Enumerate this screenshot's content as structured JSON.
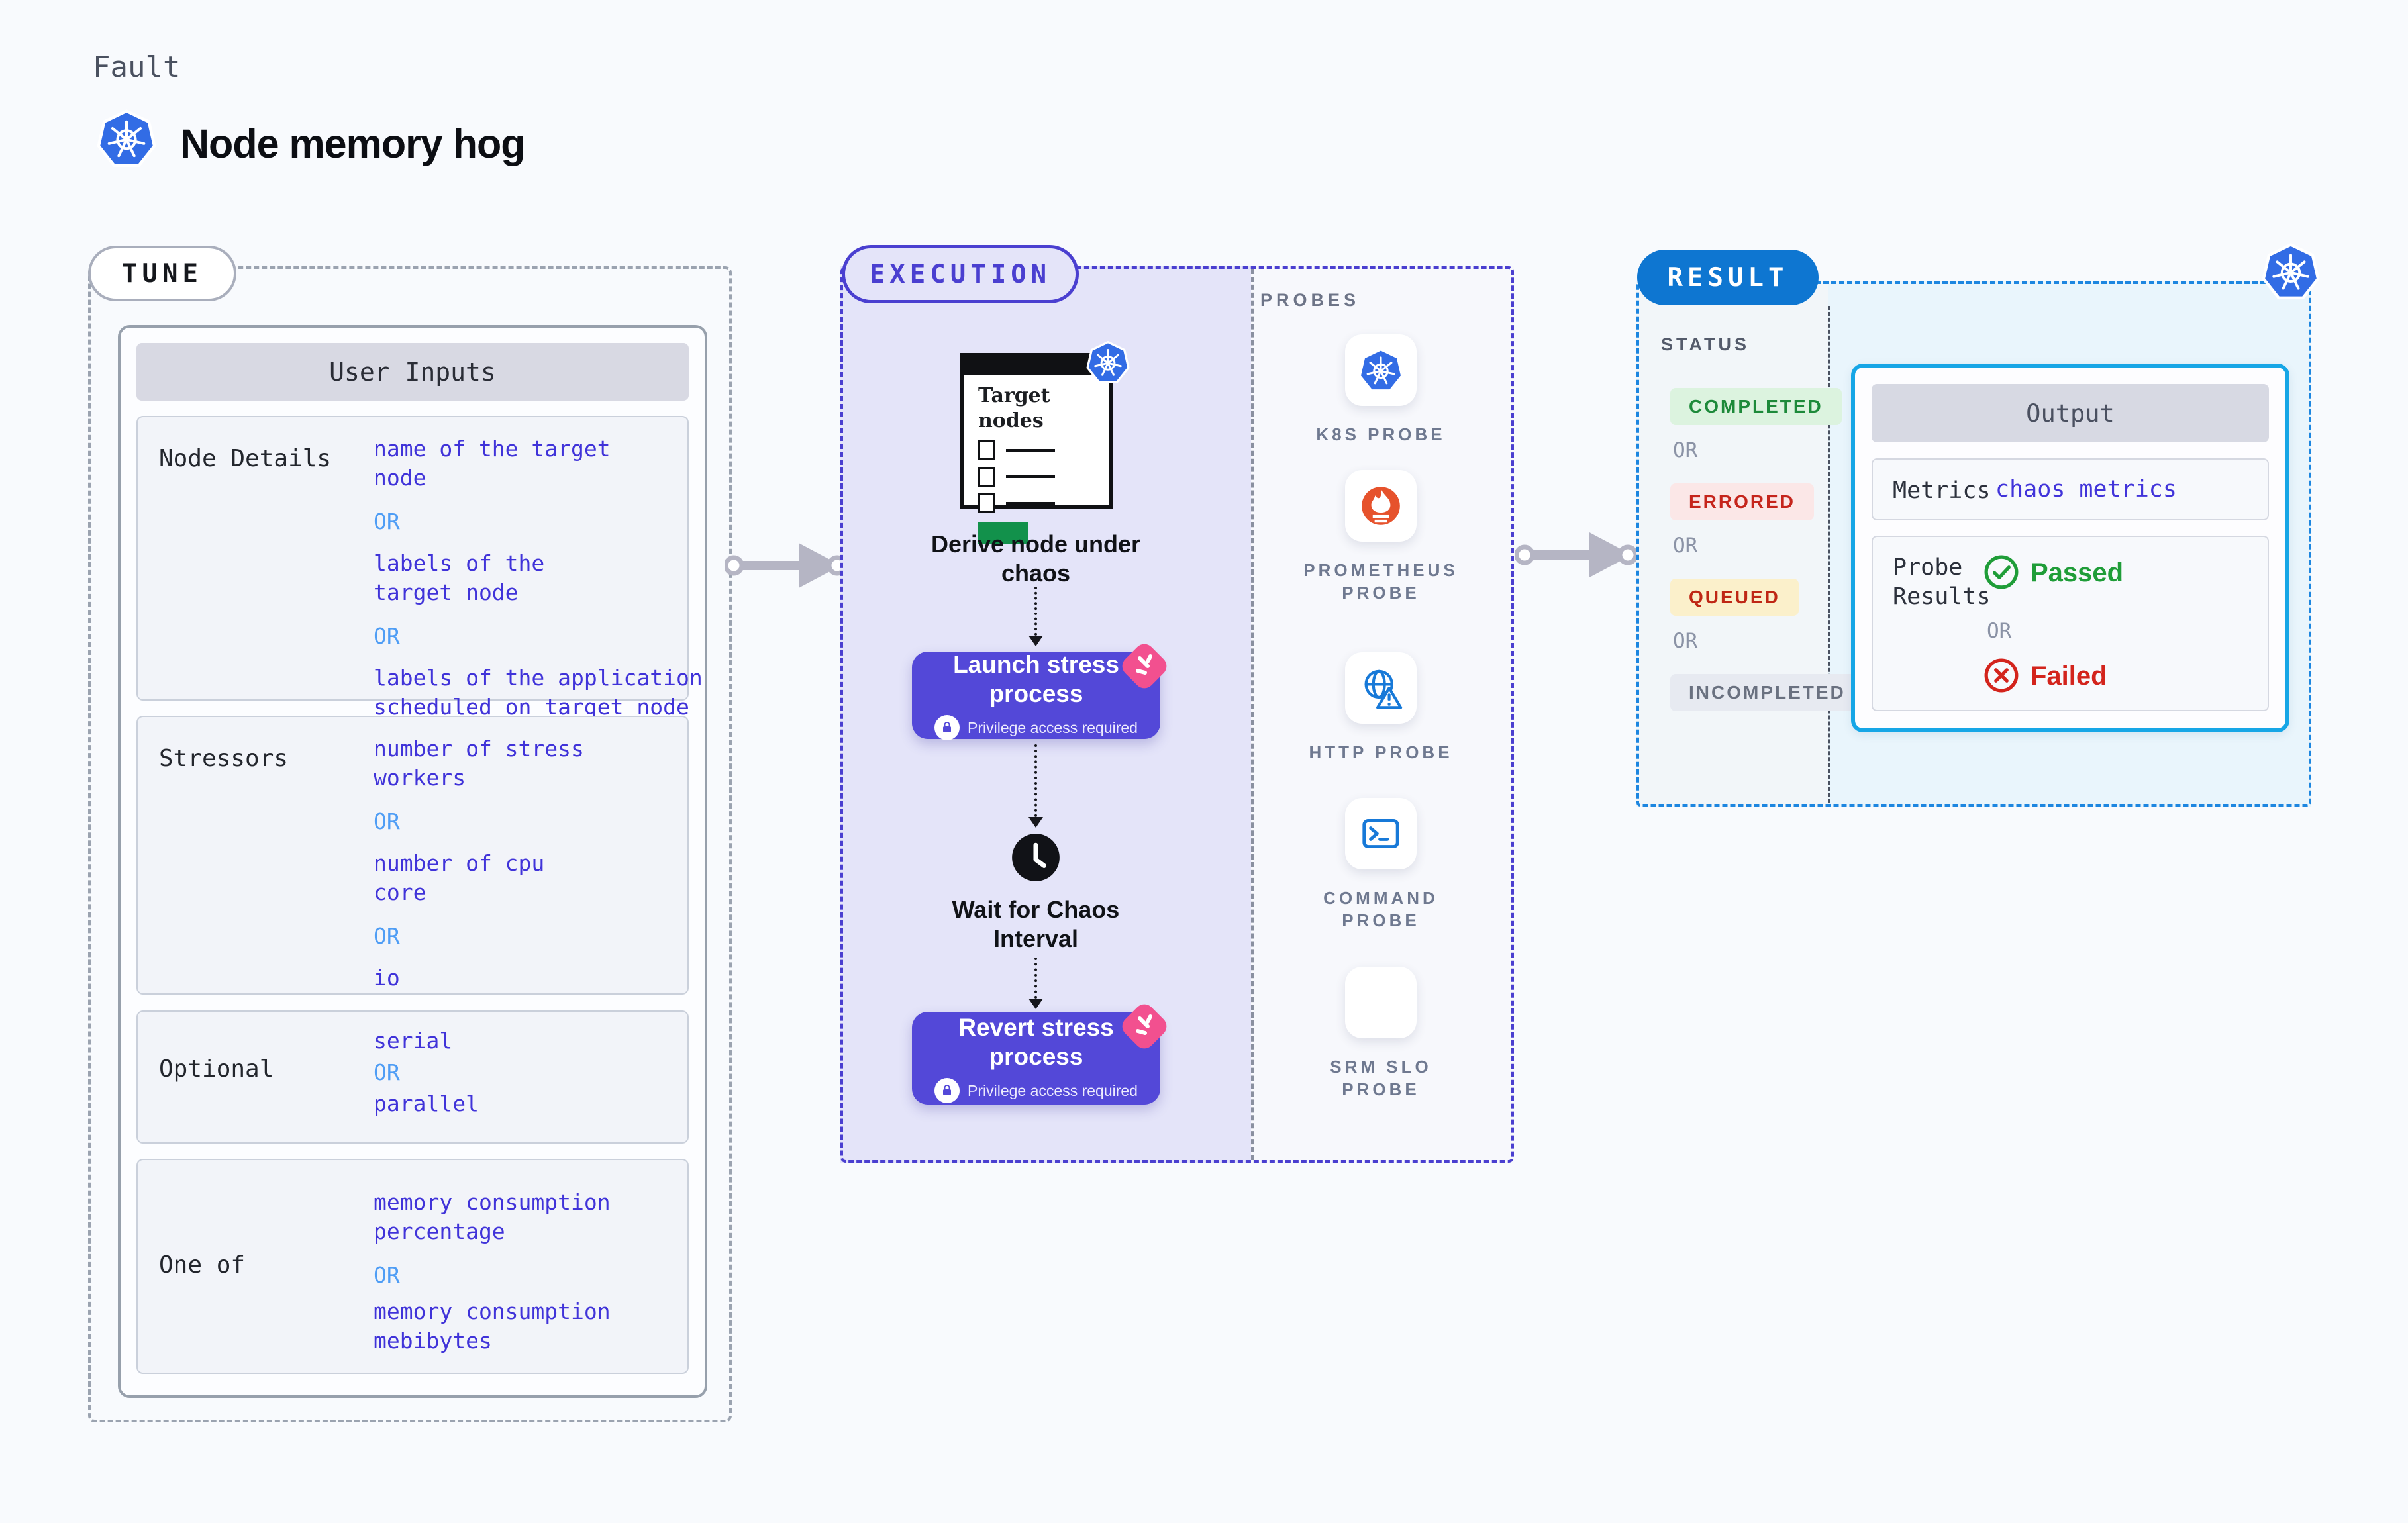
{
  "page": {
    "kicker": "Fault",
    "title": "Node memory hog"
  },
  "colors": {
    "kubernetes_blue": "#326CE5",
    "value_indigo": "#4033D9",
    "or_blue": "#4F9DF5",
    "execution_accent": "#4A3FD0",
    "button_indigo": "#5348D8",
    "pink_accent": "#F2508F",
    "result_blue": "#0E76D1",
    "output_border_cyan": "#16A6E6",
    "passed_green": "#1F9D38",
    "failed_red": "#D3241C",
    "prometheus_orange": "#E6522C",
    "probe_icon_blue": "#1779D8",
    "target_green": "#12914B"
  },
  "tune": {
    "badge": "TUNE",
    "table_title": "User Inputs",
    "or_label": "OR",
    "rows": [
      {
        "label": "Node Details",
        "values": [
          "name of the target\nnode",
          "labels of the\ntarget node",
          "labels of the application\n scheduled on target node"
        ]
      },
      {
        "label": "Stressors",
        "values": [
          "number of stress\nworkers",
          "number of cpu\ncore",
          "io"
        ]
      },
      {
        "label": "Optional",
        "values": [
          "serial",
          "parallel"
        ]
      },
      {
        "label": "One of",
        "values": [
          "memory consumption\npercentage",
          "memory consumption\nmebibytes"
        ]
      }
    ]
  },
  "execution": {
    "badge": "EXECUTION",
    "target_card_title": "Target\nnodes",
    "derive_label": "Derive node under\nchaos",
    "launch": {
      "title": "Launch stress\nprocess",
      "subtitle": "Privilege access required"
    },
    "wait_label": "Wait for Chaos\nInterval",
    "revert": {
      "title": "Revert stress\nprocess",
      "subtitle": "Privilege access required"
    }
  },
  "probes": {
    "heading": "PROBES",
    "items": [
      {
        "label": "K8S PROBE",
        "icon": "kubernetes-icon"
      },
      {
        "label": "PROMETHEUS\nPROBE",
        "icon": "prometheus-icon"
      },
      {
        "label": "HTTP PROBE",
        "icon": "http-globe-icon"
      },
      {
        "label": "COMMAND\nPROBE",
        "icon": "command-terminal-icon"
      },
      {
        "label": "SRM SLO\nPROBE",
        "icon": "srm-slo-icon"
      }
    ]
  },
  "result": {
    "badge": "RESULT",
    "status_heading": "STATUS",
    "or_label": "OR",
    "statuses": [
      {
        "label": "COMPLETED",
        "type": "success",
        "color": "#1D8A3A",
        "bg": "#DCF3DF"
      },
      {
        "label": "ERRORED",
        "type": "error",
        "color": "#C5251C",
        "bg": "#FBE7E7"
      },
      {
        "label": "QUEUED",
        "type": "warning",
        "color": "#BF2715",
        "bg": "#FBF0CB"
      },
      {
        "label": "INCOMPLETED",
        "type": "neutral",
        "color": "#6A7180",
        "bg": "#E7EAF1"
      }
    ],
    "output": {
      "title": "Output",
      "metrics_label": "Metrics",
      "metrics_value": "chaos metrics",
      "probe_results_label": "Probe\nResults",
      "passed_label": "Passed",
      "failed_label": "Failed"
    }
  }
}
